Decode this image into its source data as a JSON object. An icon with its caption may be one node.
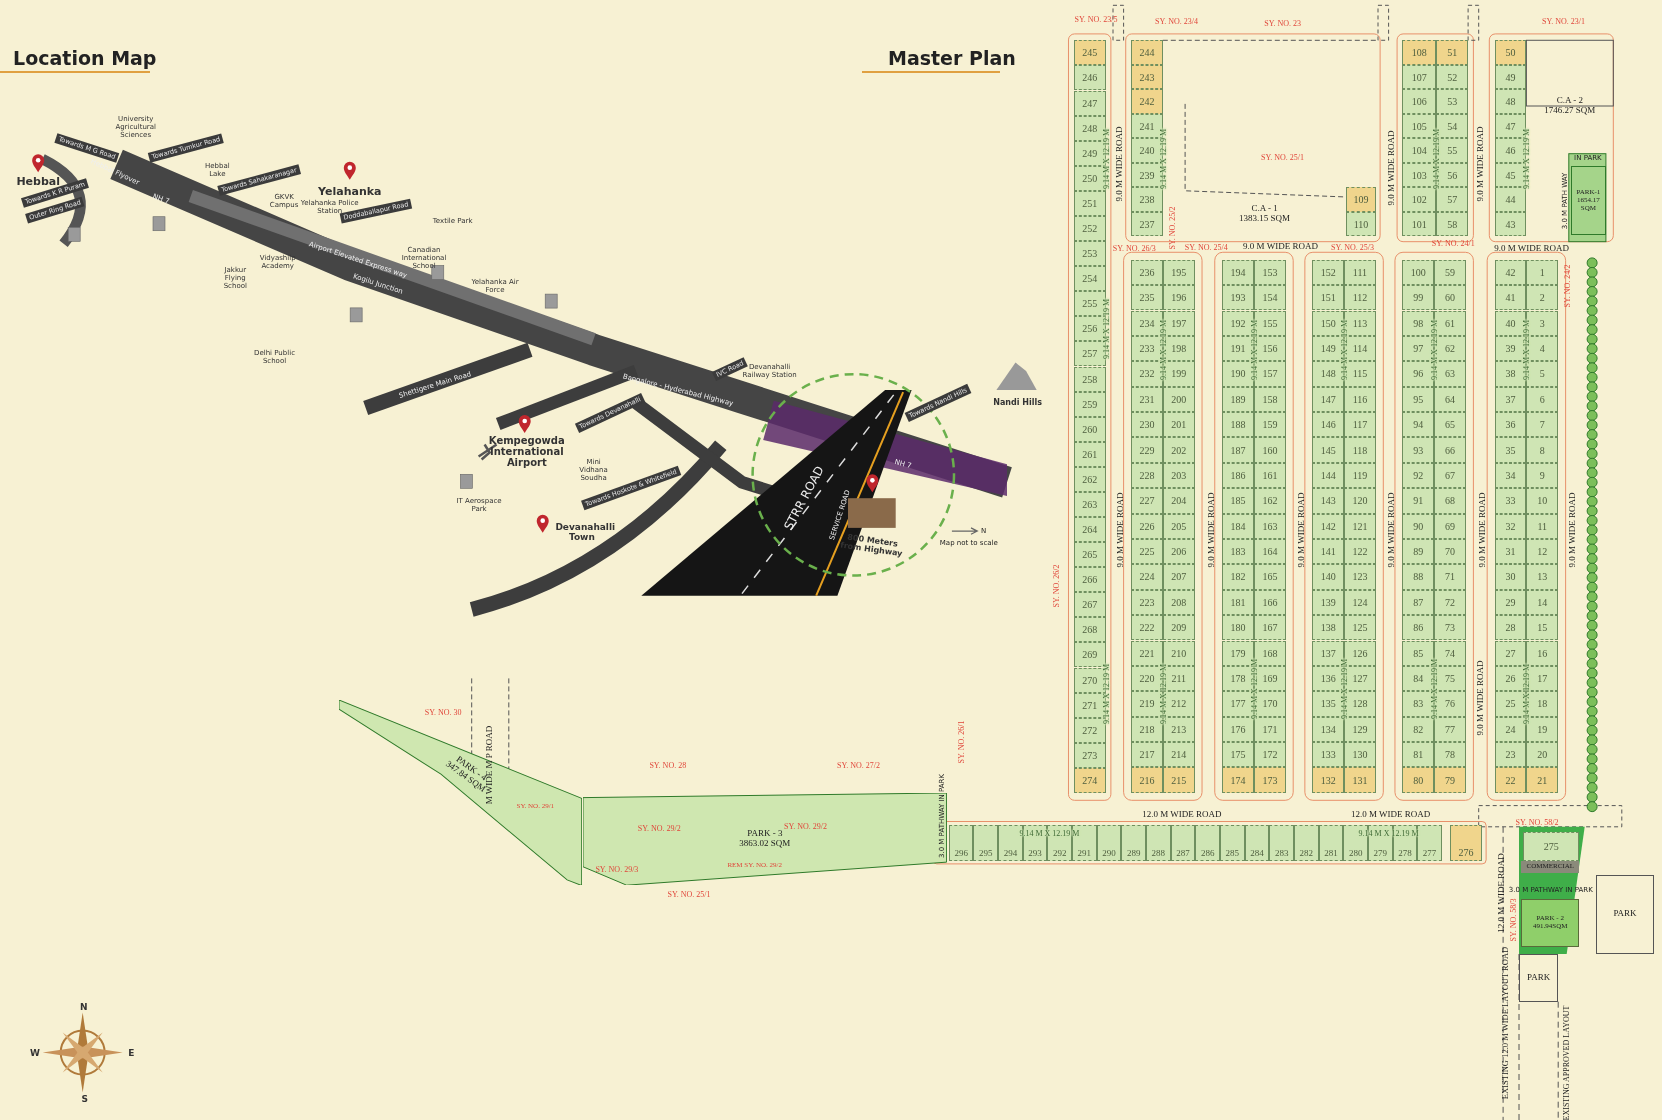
{
  "diagram": {
    "nodes": [
      {
        "text": [
          "1"
        ]
      },
      {
        "text": [
          "2"
        ]
      },
      {
        "text": [
          "3"
        ]
      },
      {
        "text": [
          "4"
        ]
      },
      {
        "text": [
          "5"
        ]
      },
      {
        "text": [
          "6"
        ]
      },
      {
        "text": [
          "7"
        ]
      },
      {
        "text": [
          "8"
        ]
      },
      {
        "text": [
          "9"
        ]
      },
      {
        "text": [
          "10"
        ]
      },
      {
        "text": [
          "11"
        ]
      },
      {
        "text": [
          "12"
        ]
      },
      {
        "text": [
          "13"
        ]
      },
      {
        "text": [
          "14"
        ]
      },
      {
        "text": [
          "15"
        ]
      },
      {
        "text": [
          "16"
        ]
      },
      {
        "text": [
          "17"
        ]
      },
      {
        "text": [
          "18"
        ]
      },
      {
        "text": [
          "19"
        ]
      },
      {
        "text": [
          "20"
        ]
      },
      {
        "text": [
          "21"
        ]
      },
      {
        "text": [
          "22"
        ]
      },
      {
        "text": [
          "23"
        ]
      },
      {
        "text": [
          "24"
        ]
      },
      {
        "text": [
          "25"
        ]
      },
      {
        "text": [
          "26"
        ]
      },
      {
        "text": [
          "27"
        ]
      },
      {
        "text": [
          "28"
        ]
      },
      {
        "text": [
          "29"
        ]
      },
      {
        "text": [
          "30"
        ]
      },
      {
        "text": [
          "31"
        ]
      },
      {
        "text": [
          "32"
        ]
      },
      {
        "text": [
          "33"
        ]
      },
      {
        "text": [
          "34"
        ]
      },
      {
        "text": [
          "35"
        ]
      },
      {
        "text": [
          "36"
        ]
      },
      {
        "text": [
          "37"
        ]
      },
      {
        "text": [
          "38"
        ]
      },
      {
        "text": [
          "39"
        ]
      },
      {
        "text": [
          "40"
        ]
      },
      {
        "text": [
          "41"
        ]
      },
      {
        "text": [
          "42"
        ]
      },
      {
        "text": [
          "43"
        ]
      },
      {
        "text": [
          "44"
        ]
      },
      {
        "text": [
          "45"
        ]
      },
      {
        "text": [
          "46"
        ]
      },
      {
        "text": [
          "47"
        ]
      },
      {
        "text": [
          "48"
        ]
      },
      {
        "text": [
          "49"
        ]
      },
      {
        "text": [
          "50"
        ]
      },
      {
        "text": [
          "51"
        ]
      },
      {
        "text": [
          "52"
        ]
      },
      {
        "text": [
          "53"
        ]
      },
      {
        "text": [
          "54"
        ]
      },
      {
        "text": [
          "55"
        ]
      },
      {
        "text": [
          "56"
        ]
      },
      {
        "text": [
          "57"
        ]
      },
      {
        "text": [
          "58"
        ]
      },
      {
        "text": [
          "59"
        ]
      },
      {
        "text": [
          "60"
        ]
      },
      {
        "text": [
          "61"
        ]
      },
      {
        "text": [
          "62"
        ]
      },
      {
        "text": [
          "63"
        ]
      },
      {
        "text": [
          "64"
        ]
      },
      {
        "text": [
          "65"
        ]
      },
      {
        "text": [
          "66"
        ]
      },
      {
        "text": [
          "67"
        ]
      },
      {
        "text": [
          "68"
        ]
      },
      {
        "text": [
          "69"
        ]
      },
      {
        "text": [
          "70"
        ]
      },
      {
        "text": [
          "71"
        ]
      },
      {
        "text": [
          "72"
        ]
      },
      {
        "text": [
          "73"
        ]
      },
      {
        "text": [
          "74"
        ]
      },
      {
        "text": [
          "75"
        ]
      },
      {
        "text": [
          "76"
        ]
      },
      {
        "text": [
          "77"
        ]
      },
      {
        "text": [
          "78"
        ]
      },
      {
        "text": [
          "79"
        ]
      },
      {
        "text": [
          "80"
        ]
      },
      {
        "text": [
          "81"
        ]
      },
      {
        "text": [
          "82"
        ]
      },
      {
        "text": [
          "83"
        ]
      },
      {
        "text": [
          "84"
        ]
      },
      {
        "text": [
          "85"
        ]
      },
      {
        "text": [
          "86"
        ]
      },
      {
        "text": [
          "87"
        ]
      },
      {
        "text": [
          "88"
        ]
      },
      {
        "text": [
          "89"
        ]
      },
      {
        "text": [
          "90"
        ]
      },
      {
        "text": [
          "91"
        ]
      },
      {
        "text": [
          "92"
        ]
      },
      {
        "text": [
          "93"
        ]
      },
      {
        "text": [
          "94"
        ]
      },
      {
        "text": [
          "95"
        ]
      },
      {
        "text": [
          "96"
        ]
      },
      {
        "text": [
          "97"
        ]
      },
      {
        "text": [
          "98"
        ]
      },
      {
        "text": [
          "99"
        ]
      },
      {
        "text": [
          "100"
        ]
      },
      {
        "text": [
          "101"
        ]
      },
      {
        "text": [
          "102"
        ]
      },
      {
        "text": [
          "103"
        ]
      },
      {
        "text": [
          "104"
        ]
      },
      {
        "text": [
          "105"
        ]
      },
      {
        "text": [
          "106"
        ]
      },
      {
        "text": [
          "107"
        ]
      },
      {
        "text": [
          "108"
        ]
      },
      {
        "text": [
          "109"
        ]
      },
      {
        "text": [
          "110"
        ]
      },
      {
        "text": [
          "111"
        ]
      },
      {
        "text": [
          "112"
        ]
      },
      {
        "text": [
          "113"
        ]
      },
      {
        "text": [
          "114"
        ]
      },
      {
        "text": [
          "115"
        ]
      },
      {
        "text": [
          "116"
        ]
      },
      {
        "text": [
          "117"
        ]
      },
      {
        "text": [
          "118"
        ]
      },
      {
        "text": [
          "119"
        ]
      },
      {
        "text": [
          "120"
        ]
      },
      {
        "text": [
          "121"
        ]
      },
      {
        "text": [
          "122"
        ]
      },
      {
        "text": [
          "123"
        ]
      },
      {
        "text": [
          "124"
        ]
      },
      {
        "text": [
          "125"
        ]
      },
      {
        "text": [
          "126"
        ]
      },
      {
        "text": [
          "127"
        ]
      },
      {
        "text": [
          "128"
        ]
      },
      {
        "text": [
          "129"
        ]
      },
      {
        "text": [
          "130"
        ]
      },
      {
        "text": [
          "131"
        ]
      },
      {
        "text": [
          "132"
        ]
      },
      {
        "text": [
          "133"
        ]
      },
      {
        "text": [
          "134"
        ]
      },
      {
        "text": [
          "135"
        ]
      },
      {
        "text": [
          "136"
        ]
      },
      {
        "text": [
          "137"
        ]
      },
      {
        "text": [
          "138"
        ]
      },
      {
        "text": [
          "139"
        ]
      },
      {
        "text": [
          "140"
        ]
      },
      {
        "text": [
          "141"
        ]
      },
      {
        "text": [
          "142"
        ]
      },
      {
        "text": [
          "143"
        ]
      },
      {
        "text": [
          "144"
        ]
      },
      {
        "text": [
          "145"
        ]
      },
      {
        "text": [
          "146"
        ]
      },
      {
        "text": [
          "147"
        ]
      },
      {
        "text": [
          "148"
        ]
      },
      {
        "text": [
          "149"
        ]
      },
      {
        "text": [
          "150"
        ]
      },
      {
        "text": [
          "151"
        ]
      },
      {
        "text": [
          "152"
        ]
      },
      {
        "text": [
          "153"
        ]
      },
      {
        "text": [
          "154"
        ]
      },
      {
        "text": [
          "155"
        ]
      },
      {
        "text": [
          "156"
        ]
      },
      {
        "text": [
          "157"
        ]
      },
      {
        "text": [
          "158"
        ]
      },
      {
        "text": [
          "159"
        ]
      },
      {
        "text": [
          "160"
        ]
      },
      {
        "text": [
          "161"
        ]
      },
      {
        "text": [
          "162"
        ]
      },
      {
        "text": [
          "163"
        ]
      },
      {
        "text": [
          "164"
        ]
      },
      {
        "text": [
          "165"
        ]
      },
      {
        "text": [
          "166"
        ]
      },
      {
        "text": [
          "167"
        ]
      },
      {
        "text": [
          "168"
        ]
      },
      {
        "text": [
          "169"
        ]
      },
      {
        "text": [
          "170"
        ]
      },
      {
        "text": [
          "171"
        ]
      },
      {
        "text": [
          "172"
        ]
      },
      {
        "text": [
          "173"
        ]
      },
      {
        "text": [
          "174"
        ]
      },
      {
        "text": [
          "175"
        ]
      },
      {
        "text": [
          "176"
        ]
      },
      {
        "text": [
          "177"
        ]
      },
      {
        "text": [
          "178"
        ]
      },
      {
        "text": [
          "179"
        ]
      },
      {
        "text": [
          "180"
        ]
      },
      {
        "text": [
          "181"
        ]
      },
      {
        "text": [
          "182"
        ]
      },
      {
        "text": [
          "183"
        ]
      },
      {
        "text": [
          "184"
        ]
      },
      {
        "text": [
          "185"
        ]
      },
      {
        "text": [
          "186"
        ]
      },
      {
        "text": [
          "187"
        ]
      },
      {
        "text": [
          "188"
        ]
      },
      {
        "text": [
          "189"
        ]
      },
      {
        "text": [
          "190"
        ]
      },
      {
        "text": [
          "191"
        ]
      },
      {
        "text": [
          "192"
        ]
      },
      {
        "text": [
          "193"
        ]
      },
      {
        "text": [
          "194"
        ]
      },
      {
        "text": [
          "195"
        ]
      },
      {
        "text": [
          "196"
        ]
      },
      {
        "text": [
          "197"
        ]
      },
      {
        "text": [
          "198"
        ]
      },
      {
        "text": [
          "199"
        ]
      },
      {
        "text": [
          "200"
        ]
      },
      {
        "text": [
          "201"
        ]
      },
      {
        "text": [
          "202"
        ]
      },
      {
        "text": [
          "203"
        ]
      },
      {
        "text": [
          "204"
        ]
      },
      {
        "text": [
          "205"
        ]
      },
      {
        "text": [
          "206"
        ]
      },
      {
        "text": [
          "207"
        ]
      },
      {
        "text": [
          "208"
        ]
      },
      {
        "text": [
          "209"
        ]
      },
      {
        "text": [
          "210"
        ]
      },
      {
        "text": [
          "211"
        ]
      },
      {
        "text": [
          "212"
        ]
      },
      {
        "text": [
          "213"
        ]
      },
      {
        "text": [
          "214"
        ]
      },
      {
        "text": [
          "215"
        ]
      },
      {
        "text": [
          "216"
        ]
      },
      {
        "text": [
          "217"
        ]
      },
      {
        "text": [
          "218"
        ]
      },
      {
        "text": [
          "219"
        ]
      },
      {
        "text": [
          "220"
        ]
      },
      {
        "text": [
          "221"
        ]
      },
      {
        "text": [
          "222"
        ]
      },
      {
        "text": [
          "223"
        ]
      },
      {
        "text": [
          "224"
        ]
      },
      {
        "text": [
          "225"
        ]
      },
      {
        "text": [
          "226"
        ]
      },
      {
        "text": [
          "227"
        ]
      },
      {
        "text": [
          "228"
        ]
      },
      {
        "text": [
          "229"
        ]
      },
      {
        "text": [
          "230"
        ]
      },
      {
        "text": [
          "231"
        ]
      },
      {
        "text": [
          "232"
        ]
      },
      {
        "text": [
          "233"
        ]
      },
      {
        "text": [
          "234"
        ]
      },
      {
        "text": [
          "235"
        ]
      },
      {
        "text": [
          "236"
        ]
      },
      {
        "text": [
          "237"
        ]
      },
      {
        "text": [
          "238"
        ]
      },
      {
        "text": [
          "239"
        ]
      },
      {
        "text": [
          "240"
        ]
      },
      {
        "text": [
          "241"
        ]
      },
      {
        "text": [
          "242"
        ]
      },
      {
        "text": [
          "243"
        ]
      },
      {
        "text": [
          "244"
        ]
      },
      {
        "text": [
          "245"
        ]
      },
      {
        "text": [
          "246"
        ]
      },
      {
        "text": [
          "247"
        ]
      },
      {
        "text": [
          "248"
        ]
      },
      {
        "text": [
          "249"
        ]
      },
      {
        "text": [
          "250"
        ]
      },
      {
        "text": [
          "251"
        ]
      },
      {
        "text": [
          "252"
        ]
      },
      {
        "text": [
          "253"
        ]
      },
      {
        "text": [
          "254"
        ]
      },
      {
        "text": [
          "255"
        ]
      },
      {
        "text": [
          "256"
        ]
      },
      {
        "text": [
          "257"
        ]
      },
      {
        "text": [
          "258"
        ]
      },
      {
        "text": [
          "259"
        ]
      },
      {
        "text": [
          "260"
        ]
      },
      {
        "text": [
          "261"
        ]
      },
      {
        "text": [
          "262"
        ]
      },
      {
        "text": [
          "263"
        ]
      },
      {
        "text": [
          "264"
        ]
      },
      {
        "text": [
          "265"
        ]
      },
      {
        "text": [
          "266"
        ]
      },
      {
        "text": [
          "267"
        ]
      },
      {
        "text": [
          "268"
        ]
      },
      {
        "text": [
          "269"
        ]
      },
      {
        "text": [
          "270"
        ]
      },
      {
        "text": [
          "271"
        ]
      },
      {
        "text": [
          "272"
        ]
      },
      {
        "text": [
          "273"
        ]
      },
      {
        "text": [
          "274"
        ]
      },
      {
        "text": [
          "275"
        ]
      },
      {
        "text": [
          "276"
        ]
      },
      {
        "text": [
          "277"
        ]
      },
      {
        "text": [
          "278"
        ]
      },
      {
        "text": [
          "279"
        ]
      },
      {
        "text": [
          "280"
        ]
      },
      {
        "text": [
          "281"
        ]
      },
      {
        "text": [
          "282"
        ]
      },
      {
        "text": [
          "283"
        ]
      },
      {
        "text": [
          "284"
        ]
      },
      {
        "text": [
          "285"
        ]
      },
      {
        "text": [
          "286"
        ]
      },
      {
        "text": [
          "287"
        ]
      },
      {
        "text": [
          "288"
        ]
      },
      {
        "text": [
          "289"
        ]
      },
      {
        "text": [
          "290"
        ]
      },
      {
        "text": [
          "291"
        ]
      },
      {
        "text": [
          "292"
        ]
      },
      {
        "text": [
          "293"
        ]
      },
      {
        "text": [
          "294"
        ]
      },
      {
        "text": [
          "295"
        ]
      },
      {
        "text": [
          "296"
        ]
      },
      {
        "text": [
          "C.A - 1",
          "1383.15 SQM"
        ]
      },
      {
        "text": [
          "C.A - 2",
          "1746.27 SQM"
        ]
      },
      {
        "text": [
          "PARK-1",
          "1654.17 SQM"
        ]
      },
      {
        "text": [
          "PARK - 3",
          "3863.02 SQM"
        ]
      },
      {
        "text": [
          "PARK - 4",
          "347.84 SQM"
        ]
      },
      {
        "text": [
          "COMMERCIAL"
        ]
      },
      {
        "text": [
          "PARK - 2",
          "491.94SQM"
        ]
      },
      {
        "text": [
          "PARK"
        ]
      },
      {
        "text": [
          "PARK"
        ]
      }
    ],
    "labels": [
      "Location Map",
      "Master Plan",
      "Hebbal",
      "Towards M G Road",
      "University Agricultural Sciences",
      "Towards Tumkur Road",
      "Hebbal Flyover",
      "Hebbal Lake",
      "Towards K R Puram",
      "Outer Ring Road",
      "NH 7",
      "Towards Sahakaranagar",
      "Yelahanka",
      "GKVK Campus",
      "Yelahanka Police Station",
      "Doddaballapur Road",
      "Textile Park",
      "Jakkur Flying School",
      "Vidyashilp Academy",
      "Airport Elevated Express way",
      "Kogilu Junction",
      "Canadian International School",
      "Yelahanka Air Force",
      "Delhi Public School",
      "Shettigere Main Road",
      "Bangalore - Hyderabad Highway",
      "IVC Road",
      "Devanahalli Railway Station",
      "Towards Devanahalli",
      "Kempegowda International Airport",
      "Mini Vidhana Soudha",
      "IT Aerospace Park",
      "Towards Hoskote & Whitefield",
      "Devanahalli Town",
      "Towards Nandi Hills",
      "Nandi Hills",
      "NH 7",
      "STRR ROAD",
      "SERVICE ROAD",
      "800 Meters from Highway",
      "N",
      "Map not to scale",
      "N",
      "E",
      "S",
      "W",
      "SY. NO. 23/5",
      "SY. NO. 23/4",
      "SY. NO. 23",
      "SY. NO. 23/1",
      "SY. NO. 25/1",
      "SY. NO. 25/2",
      "SY. NO. 26/3",
      "SY. NO. 25/4",
      "9.0 M WIDE ROAD",
      "SY. NO. 25/3",
      "SY. NO. 24/1",
      "9.0 M WIDE ROAD",
      "SY. NO. 24/2",
      "SY. NO. 26/2",
      "9.0 M WIDE ROAD",
      "9.0 M WIDE ROAD",
      "9.0 M WIDE ROAD",
      "9.0 M WIDE ROAD",
      "9.0 M WIDE ROAD",
      "9.0 M WIDE ROAD",
      "9.0 M WIDE ROAD",
      "9.0 M WIDE ROAD",
      "9.0 M WIDE ROAD",
      "9.0 M WIDE ROAD",
      "12.0 M WIDE ROAD",
      "12.0 M WIDE ROAD",
      "12.0 M WIDE ROAD",
      "SY. NO. 58/2",
      "SY. NO. 58/3",
      "EXISTING 12.0 M WIDE LAYOUT ROAD",
      "EXISTING APPROVED LAYOUT",
      "3.0 M PATHWAY IN PARK",
      "3.0 M PATH WAY",
      "IN PARK",
      "SY. NO. 30",
      "M WIDE M P ROAD",
      "SY. NO. 28",
      "SY. NO. 27/2",
      "SY. NO. 26/1",
      "SY. NO. 29/1",
      "SY. NO. 29/3",
      "SY. NO. 25/1",
      "SY. NO. 29/2",
      "SY. NO. 29/2",
      "REM SY. NO. 29/2",
      "3.0 M PATHWAY IN PARK",
      "9.14 M X 12.19 M",
      "9.14 M X 12.19 M",
      "9.14 M X 12.19 M",
      "9.14 M X 12.19 M",
      "9.14 M X 12.19 M",
      "9.14 M X 12.19 M",
      "9.14 M X 12.19 M",
      "9.14 M X 12.19 M",
      "9.14 M X 12.19 M",
      "9.14 M X 12.19 M",
      "9.14 M X 12.19 M",
      "9.14 M X 12.19 M",
      "9.14 M X 12.19 M",
      "9.14 M X 12.19 M",
      "9.14 M X 12.19 M",
      "9.14 M X 12.19 M",
      "9.14 M X 12.19 M",
      "9.14 M X 12.19 M"
    ]
  }
}
